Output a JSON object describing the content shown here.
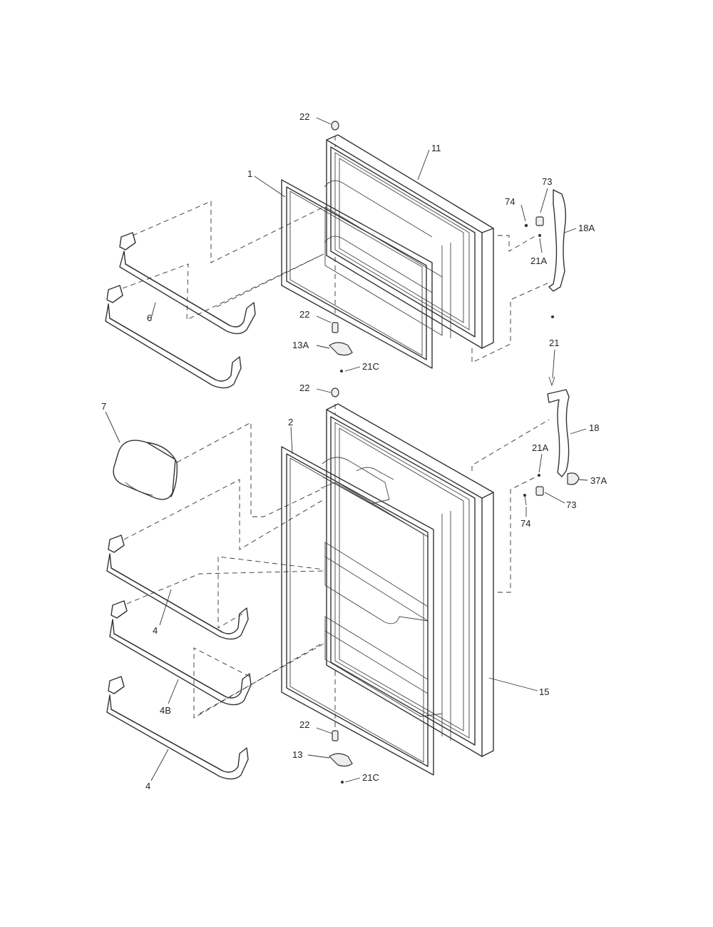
{
  "callouts": [
    {
      "id": "top-hinge-screw-upper",
      "label": "22"
    },
    {
      "id": "freezer-door-outer-panel",
      "label": "11"
    },
    {
      "id": "freezer-door-gasket",
      "label": "1"
    },
    {
      "id": "freezer-hinge-washer",
      "label": "74"
    },
    {
      "id": "freezer-hinge-bushing",
      "label": "73"
    },
    {
      "id": "freezer-hinge-bracket",
      "label": "18A"
    },
    {
      "id": "freezer-hinge-screw",
      "label": "21A"
    },
    {
      "id": "freezer-door-shelf",
      "label": "6"
    },
    {
      "id": "freezer-door-bottom-screw",
      "label": "22"
    },
    {
      "id": "freezer-door-stop",
      "label": "13A"
    },
    {
      "id": "freezer-stop-screw",
      "label": "21C"
    },
    {
      "id": "center-hinge-screw",
      "label": "21"
    },
    {
      "id": "fresh-door-top-screw",
      "label": "22"
    },
    {
      "id": "dairy-door-cover",
      "label": "7"
    },
    {
      "id": "fresh-door-gasket",
      "label": "2"
    },
    {
      "id": "center-hinge-bracket",
      "label": "18"
    },
    {
      "id": "center-hinge-screw-lower",
      "label": "21A"
    },
    {
      "id": "center-hinge-spacer",
      "label": "37A"
    },
    {
      "id": "center-hinge-bushing",
      "label": "73"
    },
    {
      "id": "center-hinge-washer",
      "label": "74"
    },
    {
      "id": "fresh-door-shelf-upper",
      "label": "4"
    },
    {
      "id": "fresh-door-shelf-middle",
      "label": "4B"
    },
    {
      "id": "fresh-door-shelf-lower",
      "label": "4"
    },
    {
      "id": "fresh-door-outer-panel",
      "label": "15"
    },
    {
      "id": "fresh-door-bottom-screw",
      "label": "22"
    },
    {
      "id": "fresh-door-stop",
      "label": "13"
    },
    {
      "id": "fresh-stop-screw",
      "label": "21C"
    }
  ]
}
